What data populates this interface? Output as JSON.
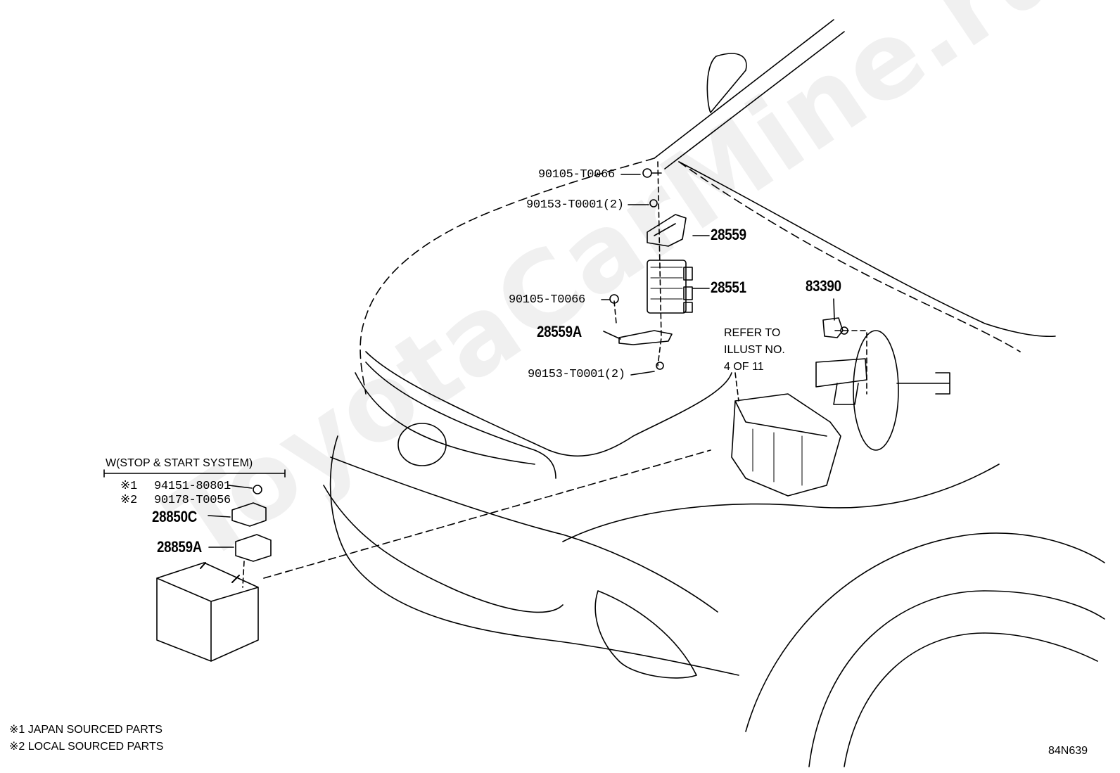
{
  "watermark": "ToyotaCarMine.ru",
  "diagram_code": "84N639",
  "parts": {
    "bolt_top": "90105-T0066",
    "nut_top": "90153-T0001(2)",
    "bracket_upper": "28559",
    "ecu": "28551",
    "bolt_lower": "90105-T0066",
    "bracket_lower": "28559A",
    "nut_lower": "90153-T0001(2)",
    "switch": "83390",
    "refer_line1": "REFER TO",
    "refer_line2": "ILLUST NO.",
    "refer_line3": "4 OF 11"
  },
  "battery_group": {
    "title": "W(STOP & START SYSTEM)",
    "mark1": "※1",
    "nut1": "94151-80801",
    "mark2": "※2",
    "nut2": "90178-T0056",
    "sensor": "28850C",
    "clamp": "28859A"
  },
  "footnotes": {
    "note1": "※1 JAPAN SOURCED PARTS",
    "note2": "※2 LOCAL SOURCED PARTS"
  }
}
